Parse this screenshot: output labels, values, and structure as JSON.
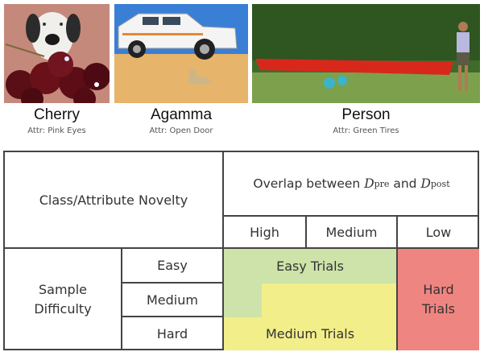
{
  "examples": [
    {
      "class": "Cherry",
      "attr": "Attr: Pink Eyes",
      "scene": "dalmatian-with-cherries"
    },
    {
      "class": "Agamma",
      "attr": "Attr: Open Door",
      "scene": "suv-with-lizard-desert"
    },
    {
      "class": "Person",
      "attr": "Attr: Green Tires",
      "scene": "person-pulling-red-kayak"
    }
  ],
  "table": {
    "corner_label": "Class/Attribute Novelty",
    "overlap_header_prefix": "Overlap between ",
    "d_symbol": "D",
    "pre_sub": "pre",
    "and_word": " and ",
    "post_sub": "post",
    "overlap_levels": [
      "High",
      "Medium",
      "Low"
    ],
    "row_group_label_line1": "Sample",
    "row_group_label_line2": "Difficulty",
    "difficulty_levels": [
      "Easy",
      "Medium",
      "Hard"
    ],
    "regions": {
      "easy": "Easy Trials",
      "medium": "Medium Trials",
      "hard_line1": "Hard",
      "hard_line2": "Trials"
    }
  },
  "colors": {
    "easy": "#cde3a9",
    "medium": "#f2ee8a",
    "hard": "#ef8580",
    "border": "#444444"
  }
}
